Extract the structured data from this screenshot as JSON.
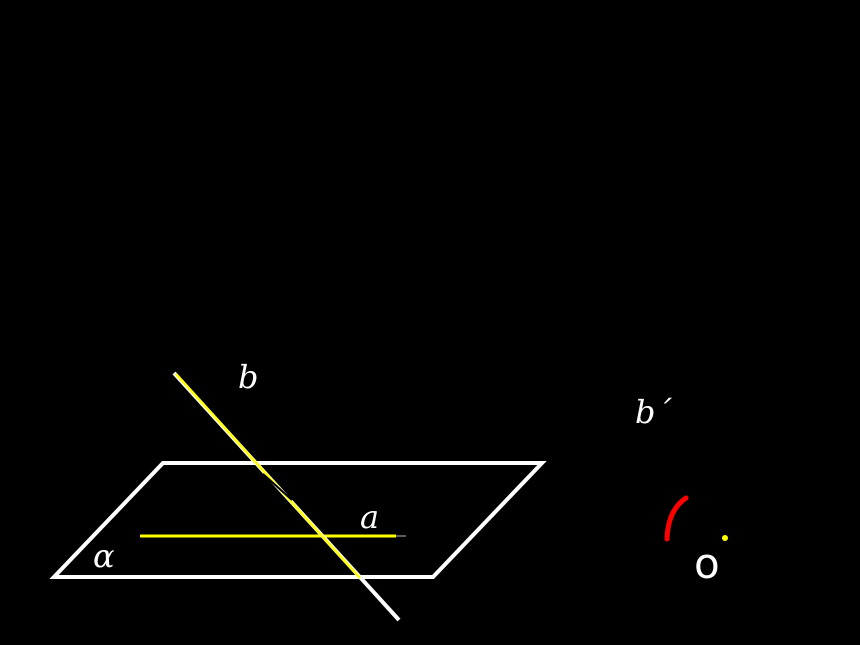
{
  "diagram": {
    "labels": {
      "b": "b",
      "b_prime": "b´",
      "a": "a",
      "alpha": "α",
      "o": "o"
    },
    "colors": {
      "background": "#000000",
      "plane": "#ffffff",
      "line_a": "#ffff00",
      "line_b": "#ffff00",
      "line_b_highlight": "#ffffff",
      "angle_arc": "#ff0000",
      "point_o": "#ffff00",
      "text": "#ffffff"
    }
  }
}
